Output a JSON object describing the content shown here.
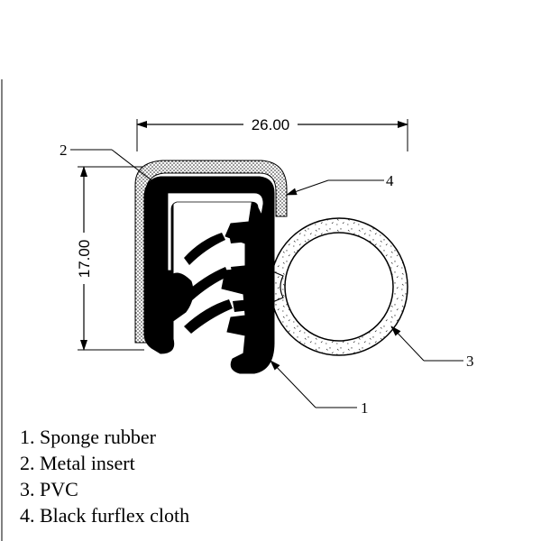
{
  "dimensions": {
    "width_label": "26.00",
    "height_label": "17.00"
  },
  "callouts": {
    "c1": "1",
    "c2": "2",
    "c3": "3",
    "c4": "4"
  },
  "legend": [
    "1. Sponge rubber",
    "2. Metal insert",
    "3. PVC",
    "4. Black furflex cloth"
  ]
}
